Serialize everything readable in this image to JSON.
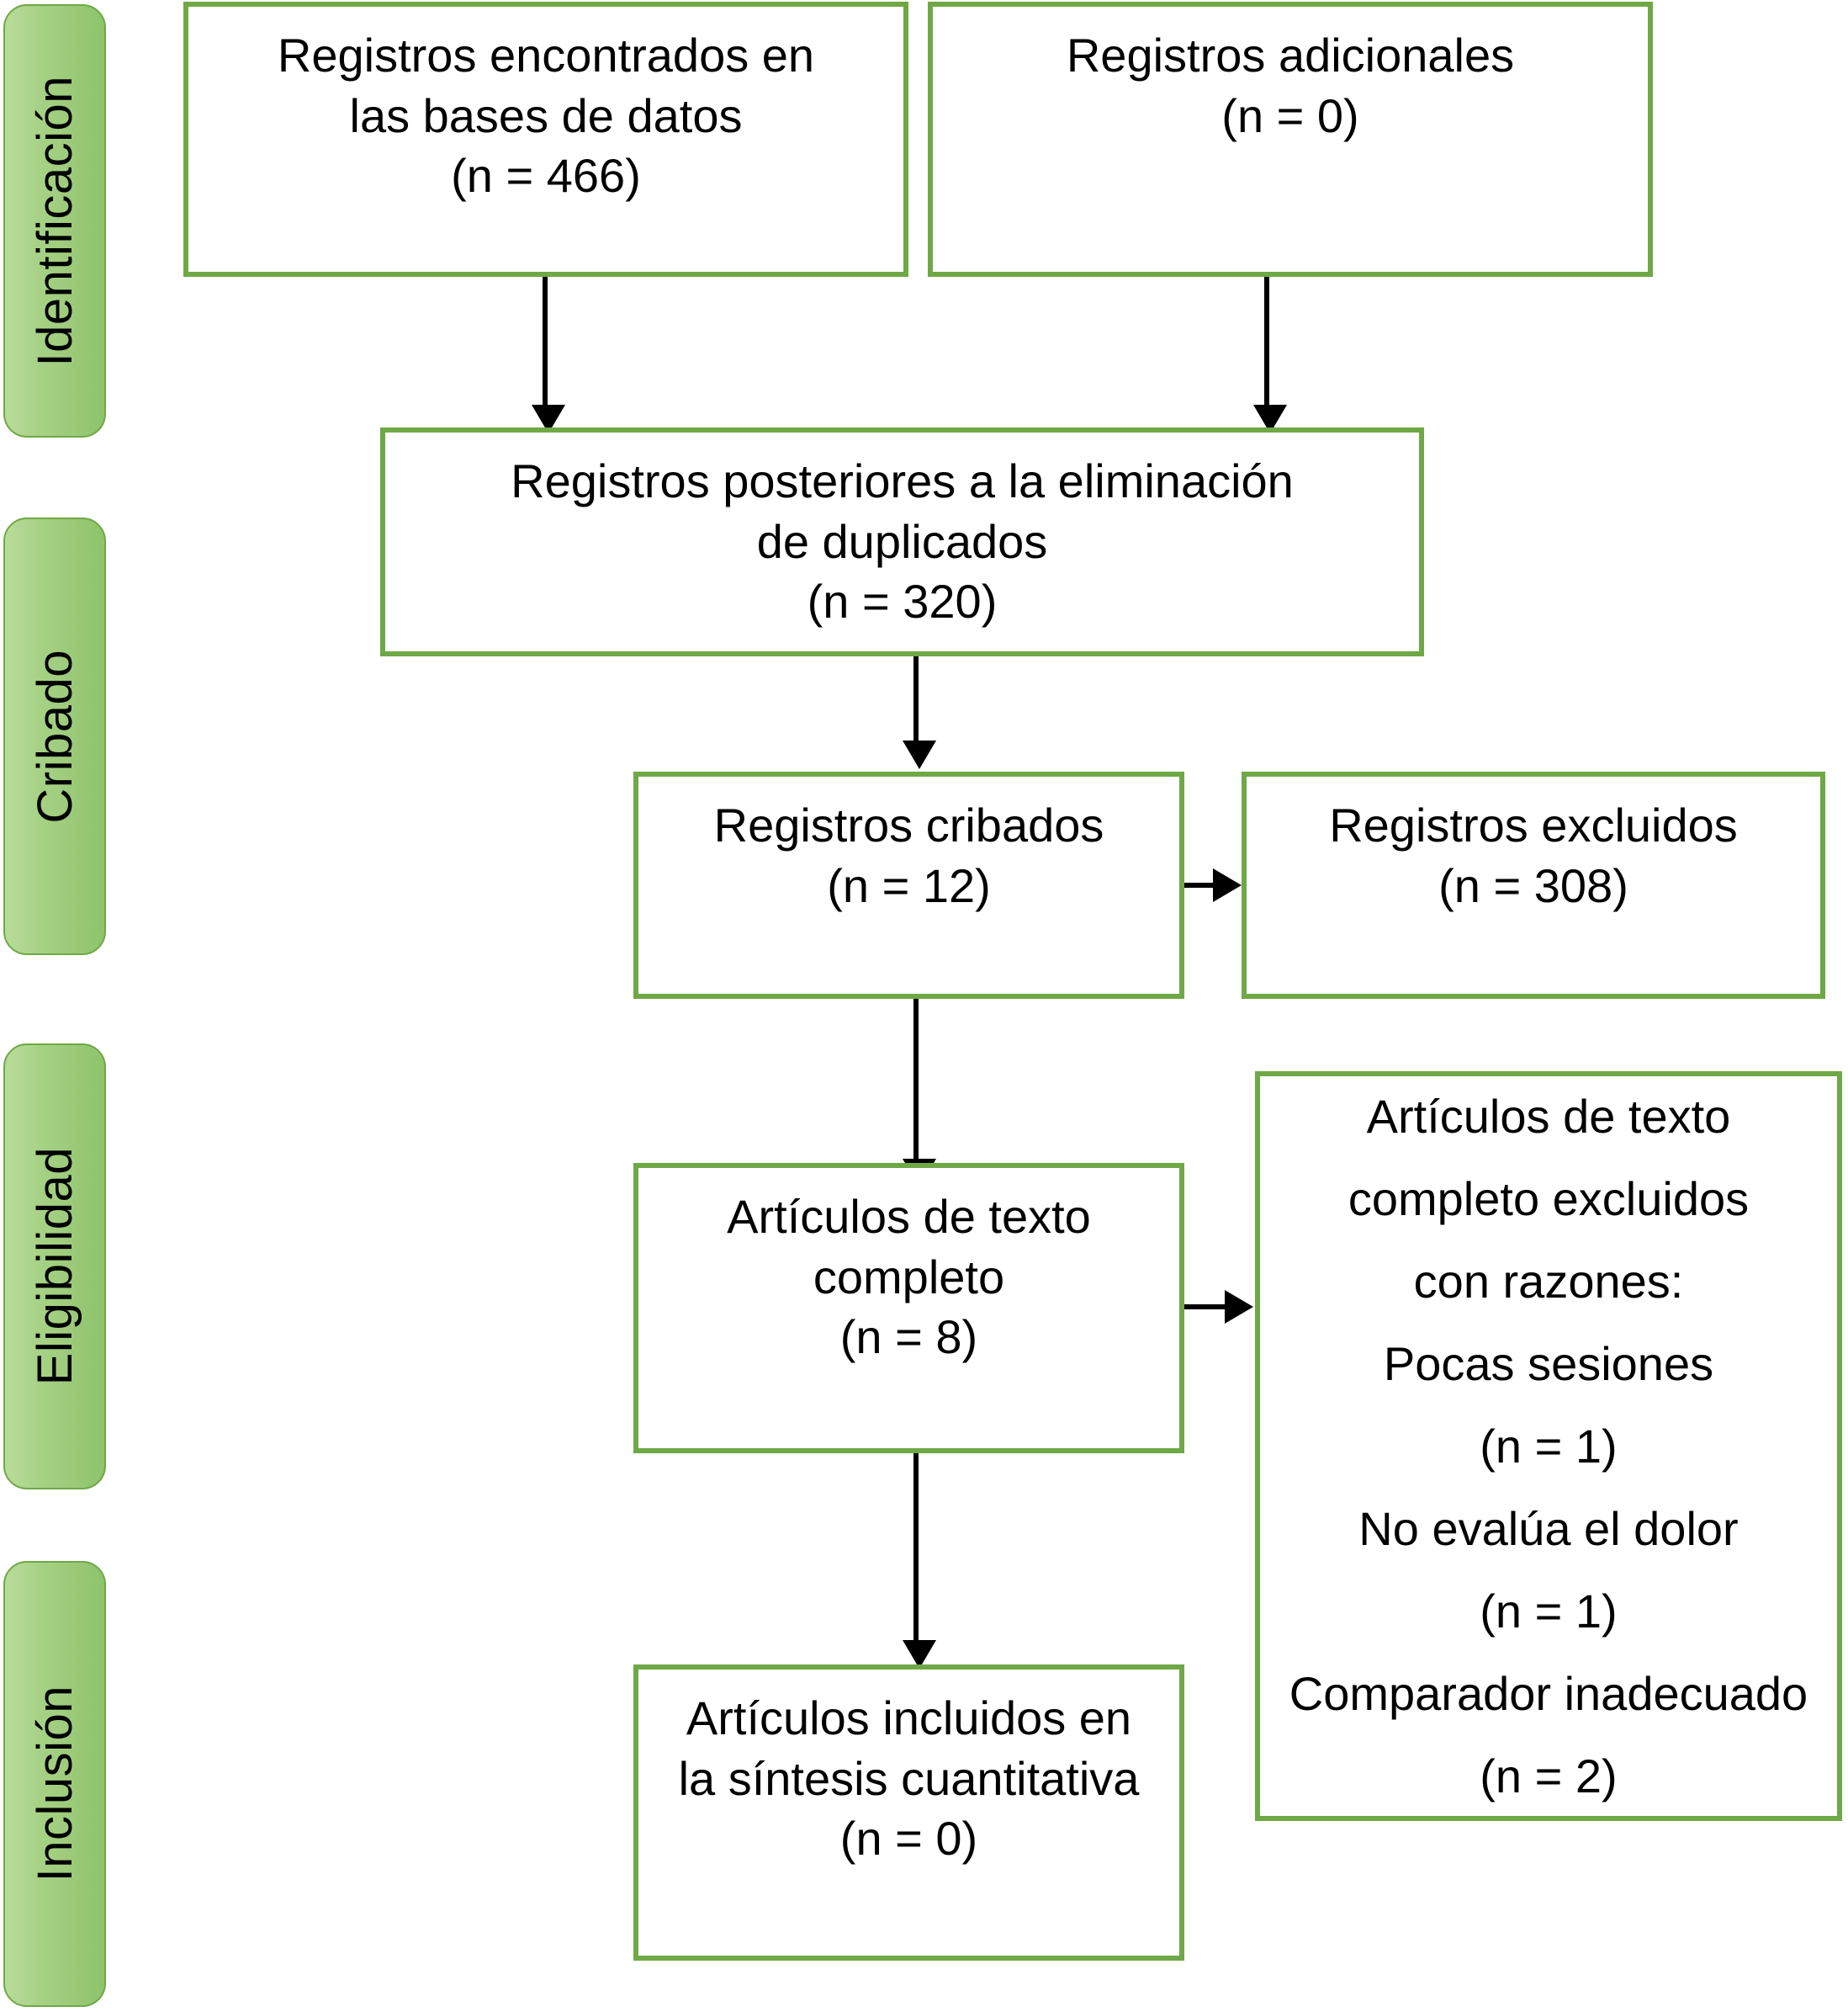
{
  "diagram": {
    "type": "prisma-flow-diagram",
    "language": "es",
    "accent_color": "#6FA846",
    "bar_fill_color": "#A5D184",
    "connector_color": "#000000"
  },
  "stages": [
    {
      "id": "identificacion",
      "label": "Identificación"
    },
    {
      "id": "cribado",
      "label": "Cribado"
    },
    {
      "id": "eligibilidad",
      "label": "Eligibilidad"
    },
    {
      "id": "inclusion",
      "label": "Inclusión"
    }
  ],
  "boxes": {
    "records_databases": {
      "title": "Registros encontrados en\nlas bases de datos",
      "count_label": "(n = 466)",
      "n": 466,
      "text": "Registros encontrados en\nlas bases de datos\n(n = 466)"
    },
    "records_additional": {
      "title": "Registros adicionales",
      "count_label": "(n = 0)",
      "n": 0,
      "text": "Registros adicionales\n(n = 0)"
    },
    "records_after_duplicates": {
      "title": "Registros posteriores a la eliminación\nde duplicados",
      "count_label": "(n = 320)",
      "n": 320,
      "text": "Registros posteriores a la eliminación\nde duplicados\n(n = 320)"
    },
    "records_screened": {
      "title": "Registros cribados",
      "count_label": "(n = 12)",
      "n": 12,
      "text": "Registros cribados\n(n = 12)"
    },
    "records_excluded": {
      "title": "Registros excluidos",
      "count_label": "(n = 308)",
      "n": 308,
      "text": "Registros excluidos\n(n = 308)"
    },
    "fulltext_assessed": {
      "title": "Artículos de texto\ncompleto",
      "count_label": "(n = 8)",
      "n": 8,
      "text": "Artículos de texto\ncompleto\n(n = 8)"
    },
    "fulltext_excluded": {
      "title": "Artículos de texto\ncompleto excluidos\ncon razones:",
      "reasons": [
        {
          "label": "Pocas sesiones",
          "count_label": "(n = 1)",
          "n": 1
        },
        {
          "label": "No evalúa el dolor",
          "count_label": "(n = 1)",
          "n": 1
        },
        {
          "label": "Comparador inadecuado",
          "count_label": "(n = 2)",
          "n": 2
        }
      ],
      "text": "Artículos de texto\ncompleto excluidos\ncon razones:\nPocas sesiones\n(n = 1)\nNo evalúa el dolor\n(n = 1)\nComparador inadecuado\n(n = 2)"
    },
    "included_quantitative": {
      "title": "Artículos incluidos en\nla síntesis cuantitativa",
      "count_label": "(n = 0)",
      "n": 0,
      "text": "Artículos incluidos en\nla síntesis cuantitativa\n(n = 0)"
    }
  }
}
